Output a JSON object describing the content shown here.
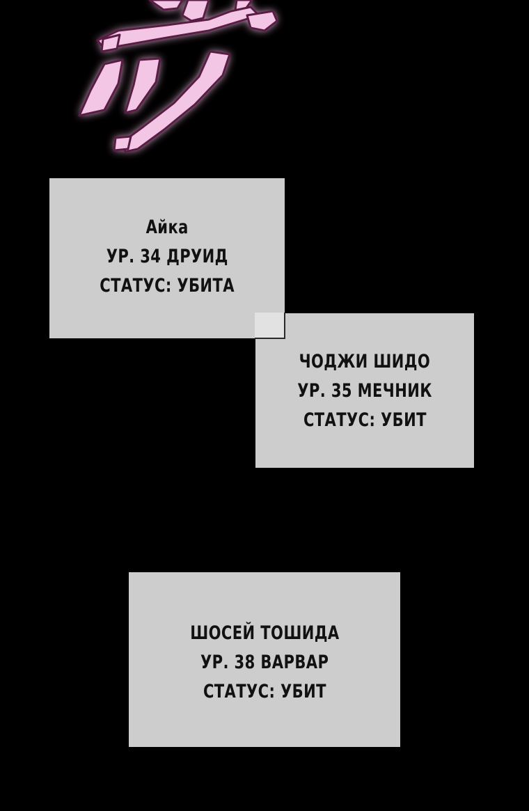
{
  "sfx": {
    "icon": "glowing-pink-brush-strokes",
    "colors": {
      "fill": "#f2c6e4",
      "glow": "#b0437f",
      "stroke": "#5a1a45"
    }
  },
  "panels": [
    {
      "name": "Айка",
      "level": "УР. 34 ДРУИД",
      "status": "СТАТУС: УБИТА"
    },
    {
      "name": "ЧОДЖИ ШИДО",
      "level": "УР. 35 МЕЧНИК",
      "status": "СТАТУС: УБИТ"
    },
    {
      "name": "ШОСЕЙ ТОШИДА",
      "level": "УР. 38 ВАРВАР",
      "status": "СТАТУС: УБИТ"
    }
  ],
  "colors": {
    "background": "#000000",
    "panel": "#cdcdcd",
    "text": "#111111"
  }
}
